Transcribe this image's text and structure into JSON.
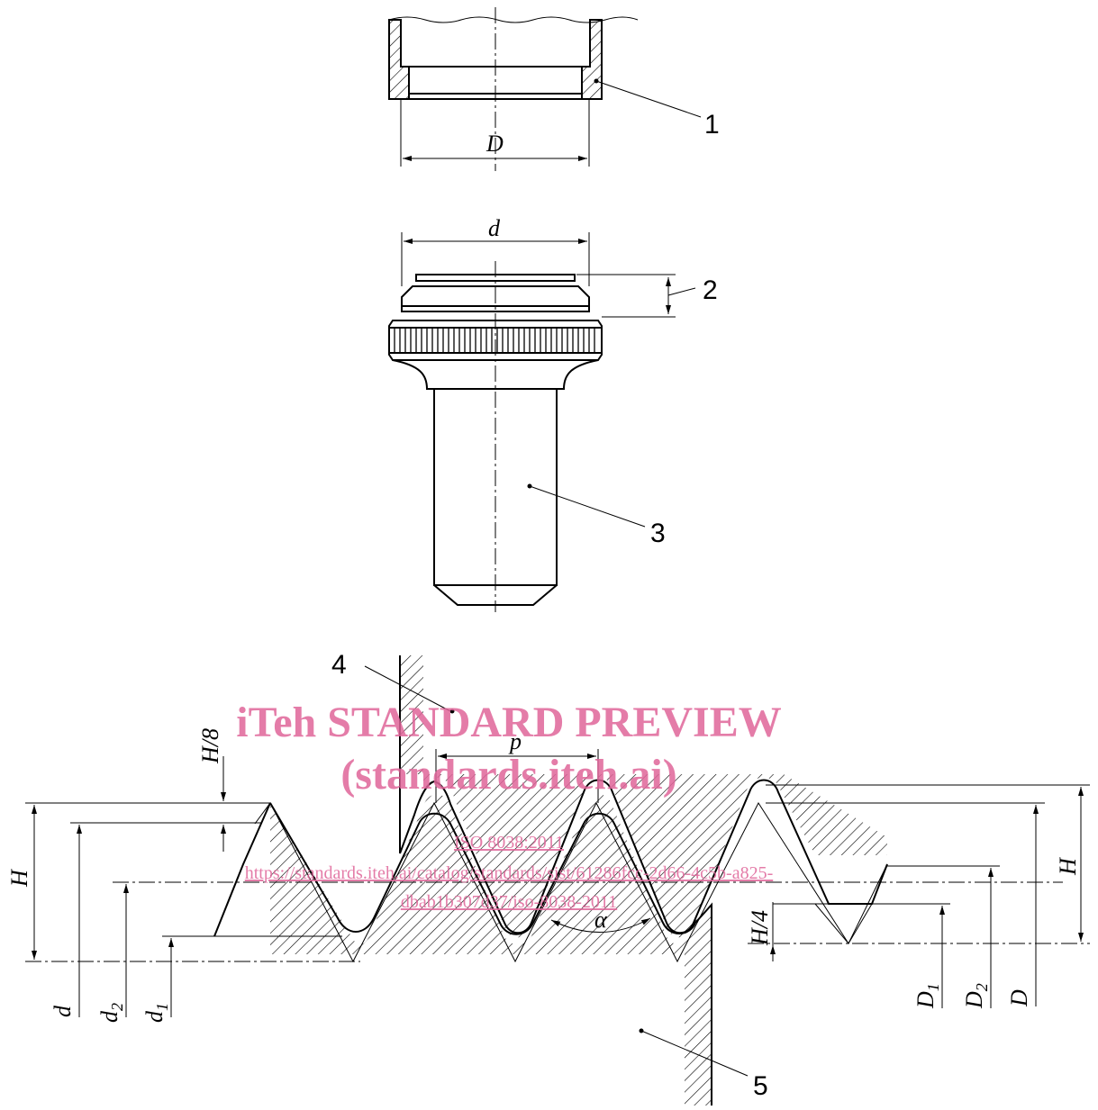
{
  "callouts": {
    "c1": "1",
    "c2": "2",
    "c3": "3",
    "c4": "4",
    "c5": "5"
  },
  "dims": {
    "D_top": "D",
    "d_top": "d",
    "p": "p",
    "alpha": "α",
    "H_left": "H",
    "H_right": "H",
    "H8": "H/8",
    "H4": "H/4",
    "d_left": "d",
    "d2_main": "d",
    "d2_sub": "2",
    "d1_main": "d",
    "d1_sub": "1",
    "D1_main": "D",
    "D1_sub": "1",
    "D2_main": "D",
    "D2_sub": "2",
    "D_right": "D"
  },
  "watermark": {
    "line1": "iTeh STANDARD PREVIEW",
    "line2": "(standards.iteh.ai)",
    "line3": "ISO 8038:2011",
    "line4": "https://standards.iteh.ai/catalog/standards/sist/61286fcc-2d66-4c5b-a825-",
    "line5": "dbab1b307d37/iso-8038-2011"
  },
  "colors": {
    "line": "#000000",
    "watermark": "#e0669a"
  }
}
